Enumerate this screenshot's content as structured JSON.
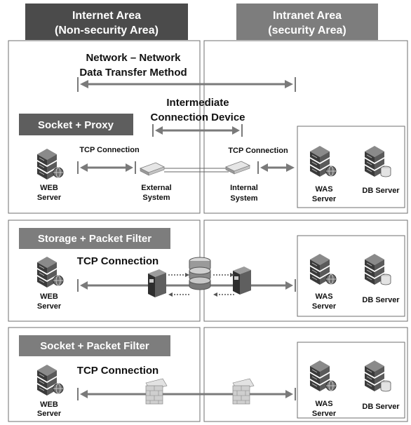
{
  "headers": {
    "internet": {
      "line1": "Internet Area",
      "line2": "(Non-security Area)"
    },
    "intranet": {
      "line1": "Intranet Area",
      "line2": "(security Area)"
    }
  },
  "colors": {
    "internet_header": "#4b4b4b",
    "intranet_header": "#7d7d7d",
    "method_box": "#5e5e5e",
    "method_box_light": "#7d7d7d",
    "arrow": "#7a7a7a"
  },
  "network_transfer": {
    "line1": "Network – Network",
    "line2": "Data Transfer Method"
  },
  "intermediate": {
    "line1": "Intermediate",
    "line2": "Connection Device"
  },
  "sections": [
    {
      "method": "Socket + Proxy",
      "tcp_left": "TCP Connection",
      "tcp_right": "TCP Connection",
      "web_server": {
        "line1": "WEB",
        "line2": "Server"
      },
      "external": {
        "line1": "External",
        "line2": "System"
      },
      "internal": {
        "line1": "Internal",
        "line2": "System"
      },
      "was_server": {
        "line1": "WAS",
        "line2": "Server"
      },
      "db_server": "DB Server"
    },
    {
      "method": "Storage + Packet Filter",
      "tcp": "TCP Connection",
      "web_server": {
        "line1": "WEB",
        "line2": "Server"
      },
      "was_server": {
        "line1": "WAS",
        "line2": "Server"
      },
      "db_server": "DB Server"
    },
    {
      "method": "Socket + Packet Filter",
      "tcp": "TCP Connection",
      "web_server": {
        "line1": "WEB",
        "line2": "Server"
      },
      "was_server": {
        "line1": "WAS",
        "line2": "Server"
      },
      "db_server": "DB Server"
    }
  ],
  "icons": [
    "server-icon",
    "server-globe-icon",
    "database-server-icon",
    "network-device-icon",
    "firewall-icon",
    "storage-disk-icon",
    "packet-filter-icon"
  ]
}
